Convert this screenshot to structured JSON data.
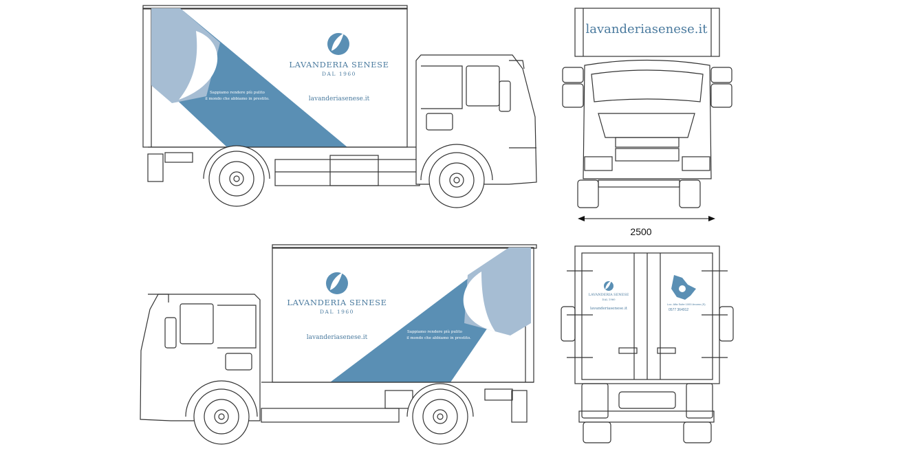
{
  "brand": {
    "name": "LAVANDERIA SENESE",
    "since": "DAL 1960",
    "website": "lavanderiasenese.it",
    "slogan_line1": "Sappiamo rendere più pulito",
    "slogan_line2": "il mondo che abbiamo in prestito."
  },
  "rear_view": {
    "address": "Loc. Alfa Suite 1000 Arcano (S)",
    "phone": "0577 364912"
  },
  "dimension": {
    "width_label": "2500"
  },
  "colors": {
    "primary_blue": "#5a8fb4",
    "light_blue": "#a6bdd3",
    "line": "#333333"
  }
}
